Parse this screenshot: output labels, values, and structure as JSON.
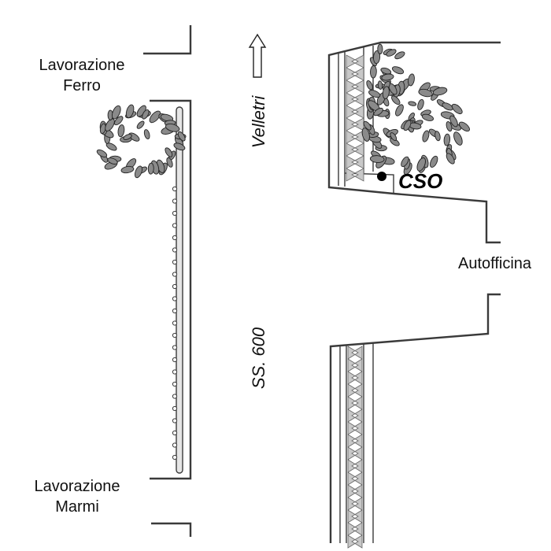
{
  "labels": {
    "ferro_line1": "Lavorazione",
    "ferro_line2": "Ferro",
    "marmi_line1": "Lavorazione",
    "marmi_line2": "Marmi",
    "road_direction": "Velletri",
    "road_name": "SS. 600",
    "station": "CSO",
    "workshop": "Autofficina"
  },
  "colors": {
    "line": "#3a3a3a",
    "leaf_fill": "#8a8a8a",
    "leaf_stroke": "#222222",
    "hedge_fill": "#c8c8c8",
    "station_marker": "#000000"
  },
  "icons": {
    "direction_arrow": "arrow-up-icon",
    "station_marker": "station-dot-icon",
    "tree": "tree-canopy-icon"
  }
}
